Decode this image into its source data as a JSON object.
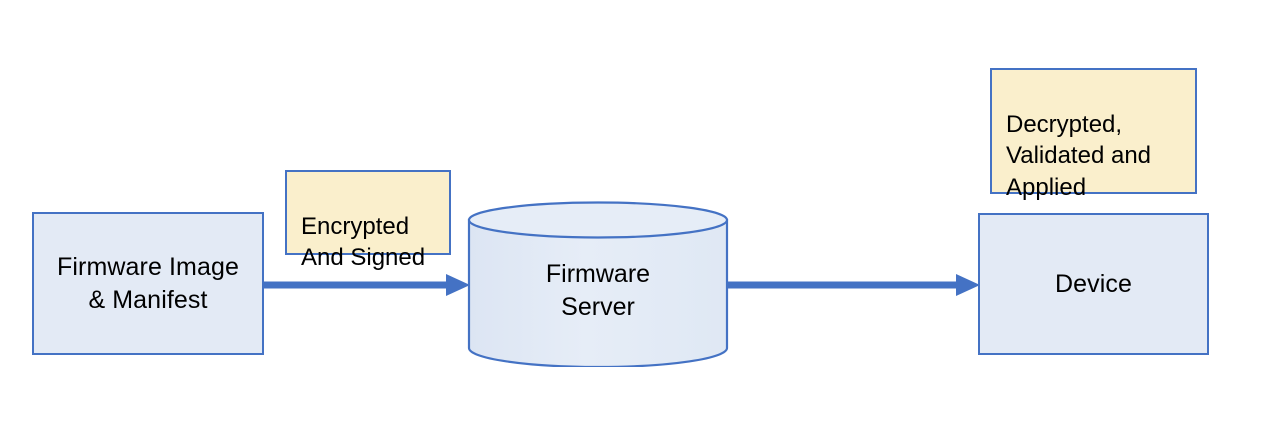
{
  "diagram": {
    "title": "Firmware update distribution flow",
    "background_color": "#FFFFFF",
    "palette": {
      "node_fill": "#E3EAF5",
      "node_border": "#4472C4",
      "callout_fill": "#FAEFCC",
      "callout_border": "#4472C4",
      "arrow_color": "#4472C4",
      "text_color": "#000000"
    },
    "nodes": [
      {
        "id": "firmware-image-manifest",
        "shape": "rectangle",
        "label": "Firmware Image\n& Manifest"
      },
      {
        "id": "firmware-server",
        "shape": "cylinder",
        "label": "Firmware\nServer"
      },
      {
        "id": "device",
        "shape": "rectangle",
        "label": "Device"
      }
    ],
    "callouts": [
      {
        "id": "encrypted-and-signed",
        "label": "Encrypted\nAnd Signed",
        "attached_to": "arrow-image-to-server"
      },
      {
        "id": "decrypted-validated-applied",
        "label": "Decrypted,\nValidated and\nApplied",
        "attached_to": "device"
      }
    ],
    "arrows": [
      {
        "id": "arrow-image-to-server",
        "from": "firmware-image-manifest",
        "to": "firmware-server",
        "direction": "right",
        "label": ""
      },
      {
        "id": "arrow-server-to-device",
        "from": "firmware-server",
        "to": "device",
        "direction": "right",
        "label": ""
      }
    ]
  }
}
